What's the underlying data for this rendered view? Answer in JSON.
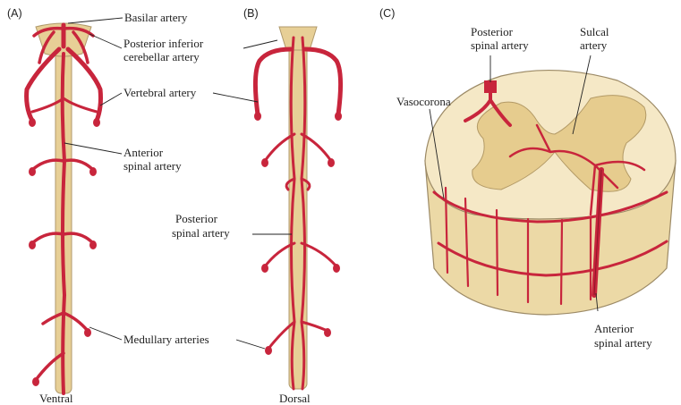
{
  "panels": {
    "a": {
      "letter": "(A)",
      "caption": "Ventral"
    },
    "b": {
      "letter": "(B)",
      "caption": "Dorsal"
    },
    "c": {
      "letter": "(C)"
    }
  },
  "labels": {
    "basilar": "Basilar artery",
    "pica": [
      "Posterior inferior",
      "cerebellar artery"
    ],
    "vertebral": "Vertebral artery",
    "anterior_spinal_a": [
      "Anterior",
      "spinal artery"
    ],
    "posterior_spinal_b": [
      "Posterior",
      "spinal artery"
    ],
    "medullary": "Medullary arteries",
    "posterior_spinal_c": [
      "Posterior",
      "spinal artery"
    ],
    "sulcal": [
      "Sulcal",
      "artery"
    ],
    "vasocorona": "Vasocorona",
    "anterior_spinal_c": [
      "Anterior",
      "spinal artery"
    ]
  },
  "colors": {
    "artery": "#c8253c",
    "artery_dark": "#8e1628",
    "white_matter": "#f3e6c4",
    "gray_matter": "#e2c98d",
    "outline": "#9c8a66"
  }
}
